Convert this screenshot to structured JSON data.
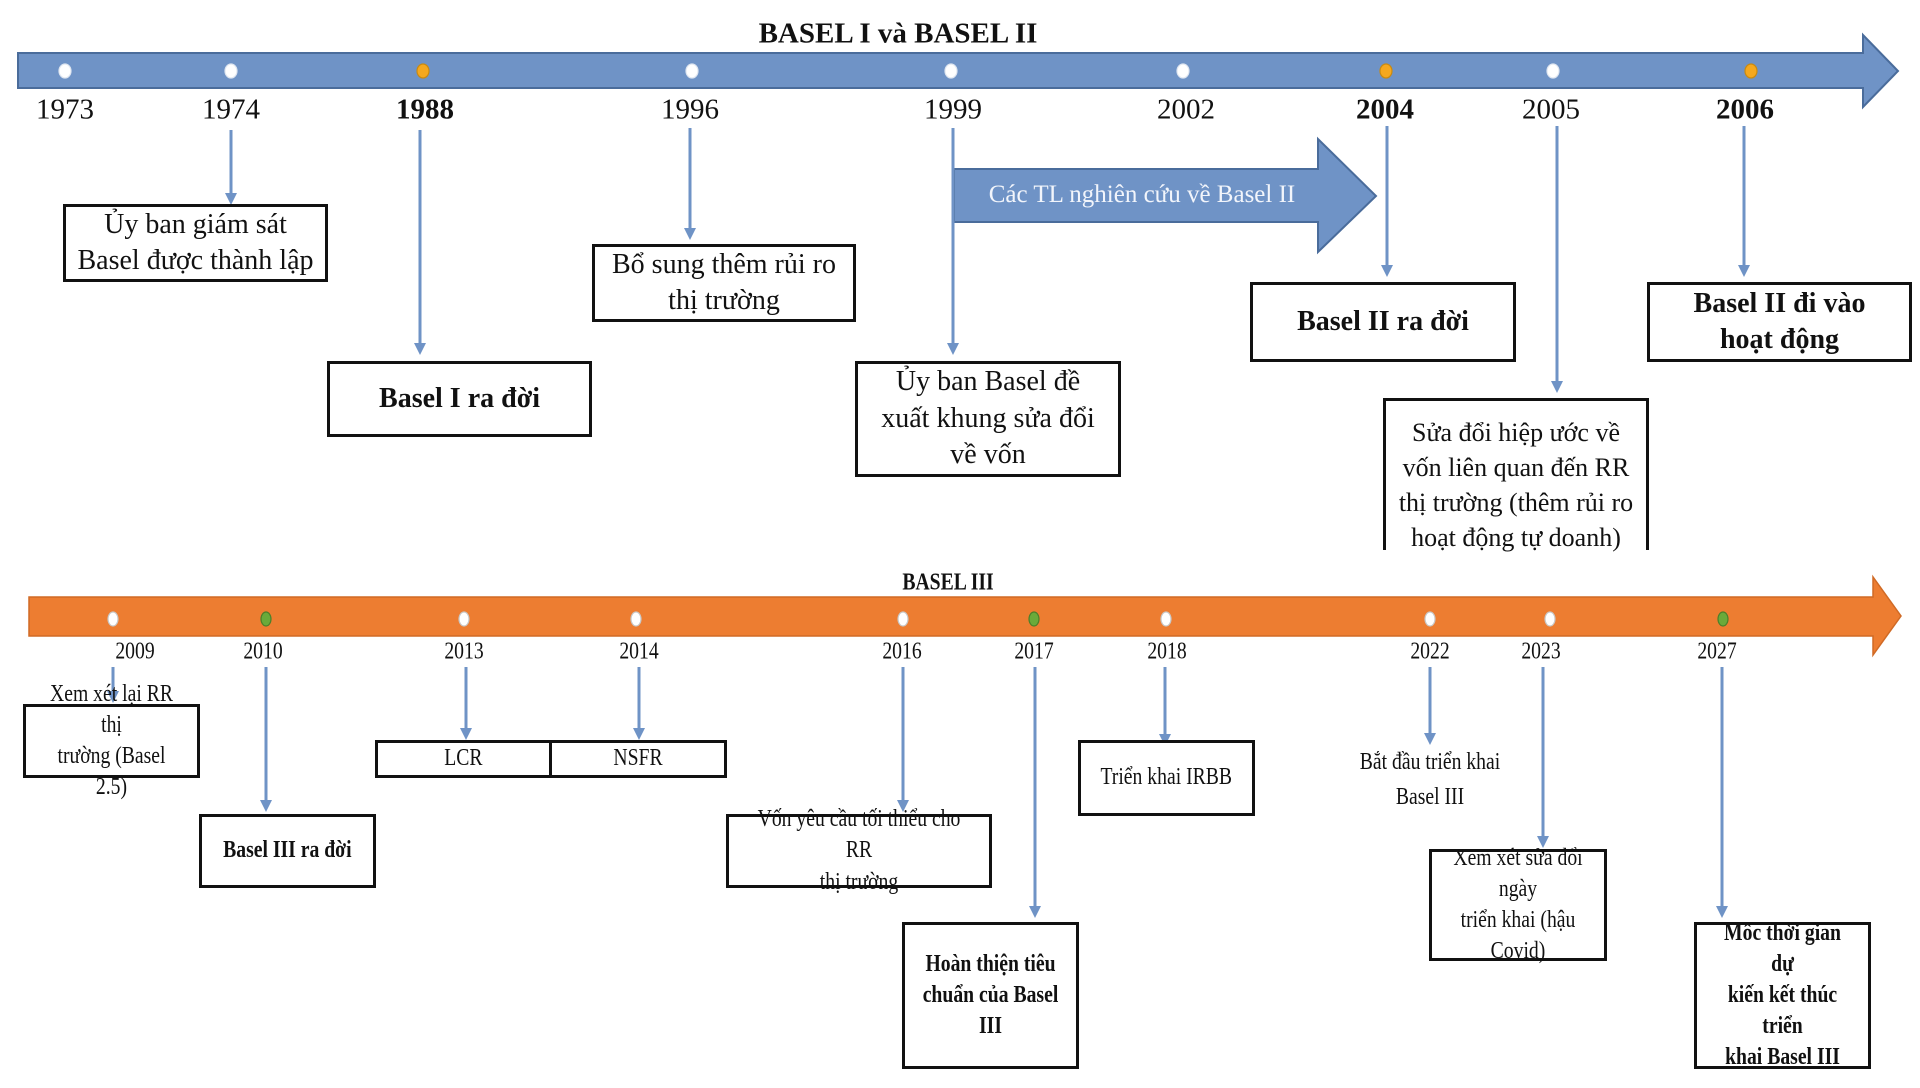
{
  "colors": {
    "basel12_bar": "#6f93c6",
    "basel12_bar_border": "#4a6c9b",
    "basel3_bar": "#ed7d31",
    "basel3_bar_border": "#d06a25",
    "connector": "#6f93c6",
    "dot_white": "#ffffff",
    "dot_gold": "#f5a81e",
    "dot_green": "#6aaa3a"
  },
  "basel12": {
    "title": "BASEL I và BASEL II",
    "years": [
      {
        "label": "1973",
        "bold": false,
        "dot": "white"
      },
      {
        "label": "1974",
        "bold": false,
        "dot": "white"
      },
      {
        "label": "1988",
        "bold": true,
        "dot": "gold"
      },
      {
        "label": "1996",
        "bold": false,
        "dot": "white"
      },
      {
        "label": "1999",
        "bold": false,
        "dot": "white"
      },
      {
        "label": "2002",
        "bold": false,
        "dot": "white"
      },
      {
        "label": "2004",
        "bold": true,
        "dot": "gold"
      },
      {
        "label": "2005",
        "bold": false,
        "dot": "white"
      },
      {
        "label": "2006",
        "bold": true,
        "dot": "gold"
      }
    ],
    "events": [
      {
        "year": "1974",
        "lines": [
          "Ủy ban giám sát",
          "Basel được thành lập"
        ],
        "bold": false
      },
      {
        "year": "1988",
        "lines": [
          "Basel I ra đời"
        ],
        "bold": true
      },
      {
        "year": "1996",
        "lines": [
          "Bổ sung thêm rủi ro",
          "thị trường"
        ],
        "bold": false
      },
      {
        "year": "1999",
        "lines": [
          "Ủy ban Basel đề",
          "xuất khung sửa đổi",
          "về vốn"
        ],
        "bold": false
      },
      {
        "year": "2004",
        "lines": [
          "Basel II ra đời"
        ],
        "bold": true
      },
      {
        "year": "2005",
        "lines": [
          "Sửa đổi hiệp ước về",
          "vốn liên quan đến RR",
          "thị trường (thêm rủi ro",
          "hoạt động tự doanh)"
        ],
        "bold": false
      },
      {
        "year": "2006",
        "lines": [
          "Basel II đi vào",
          "hoạt động"
        ],
        "bold": true
      }
    ],
    "period_arrow": {
      "label": "Các TL nghiên cứu về Basel II",
      "from": "1999",
      "to": "2004"
    }
  },
  "basel3": {
    "title": "BASEL III",
    "years": [
      {
        "label": "2009",
        "dot": "white"
      },
      {
        "label": "2010",
        "dot": "green"
      },
      {
        "label": "2013",
        "dot": "white"
      },
      {
        "label": "2014",
        "dot": "white"
      },
      {
        "label": "2016",
        "dot": "white"
      },
      {
        "label": "2017",
        "dot": "green"
      },
      {
        "label": "2018",
        "dot": "white"
      },
      {
        "label": "2022",
        "dot": "white"
      },
      {
        "label": "2023",
        "dot": "white"
      },
      {
        "label": "2027",
        "dot": "green"
      }
    ],
    "events": [
      {
        "year": "2009",
        "lines": [
          "Xem xét lại RR thị",
          "trường (Basel 2.5)"
        ],
        "bold": false
      },
      {
        "year": "2010",
        "lines": [
          "Basel III ra đời"
        ],
        "bold": true
      },
      {
        "year": "2013",
        "lines": [
          "LCR"
        ],
        "bold": false
      },
      {
        "year": "2014",
        "lines": [
          "NSFR"
        ],
        "bold": false
      },
      {
        "year": "2016",
        "lines": [
          "Vốn yêu cầu tối thiểu cho RR",
          "thị trường"
        ],
        "bold": false
      },
      {
        "year": "2017",
        "lines": [
          "Hoàn thiện tiêu",
          "chuẩn của Basel III"
        ],
        "bold": true
      },
      {
        "year": "2018",
        "lines": [
          "Triển khai IRBB"
        ],
        "bold": false
      },
      {
        "year": "2022",
        "lines": [
          "Bắt đầu triển khai",
          "Basel III"
        ],
        "bold": false
      },
      {
        "year": "2023",
        "lines": [
          "Xem xét sửa đổi ngày",
          "triển khai (hậu Covid)"
        ],
        "bold": false
      },
      {
        "year": "2027",
        "lines": [
          "Mốc thời gian dự",
          "kiến kết thúc triển",
          "khai Basel III"
        ],
        "bold": true
      }
    ]
  }
}
